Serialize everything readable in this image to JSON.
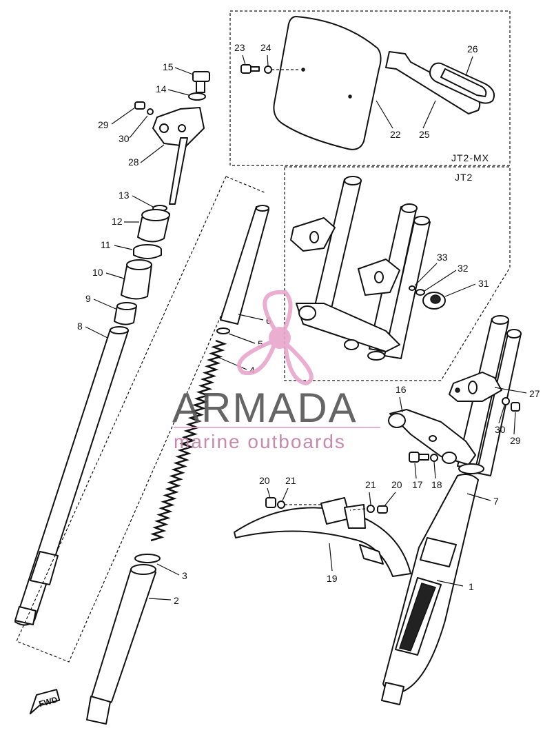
{
  "diagram": {
    "callouts": [
      "1",
      "2",
      "3",
      "4",
      "5",
      "6",
      "7",
      "8",
      "9",
      "10",
      "11",
      "12",
      "13",
      "14",
      "15",
      "16",
      "17",
      "18",
      "19",
      "20",
      "21",
      "22",
      "23",
      "24",
      "25",
      "26",
      "27",
      "28",
      "29",
      "30",
      "31",
      "32",
      "33"
    ],
    "group_labels": {
      "jt2_mx": "JT2-MX",
      "jt2": "JT2"
    },
    "arrow_label": "FWD"
  },
  "watermark": {
    "brand": "ARMADA",
    "tagline": "marine outboards",
    "brand_color": "#555555",
    "accent_color": "#e8a6cc"
  }
}
